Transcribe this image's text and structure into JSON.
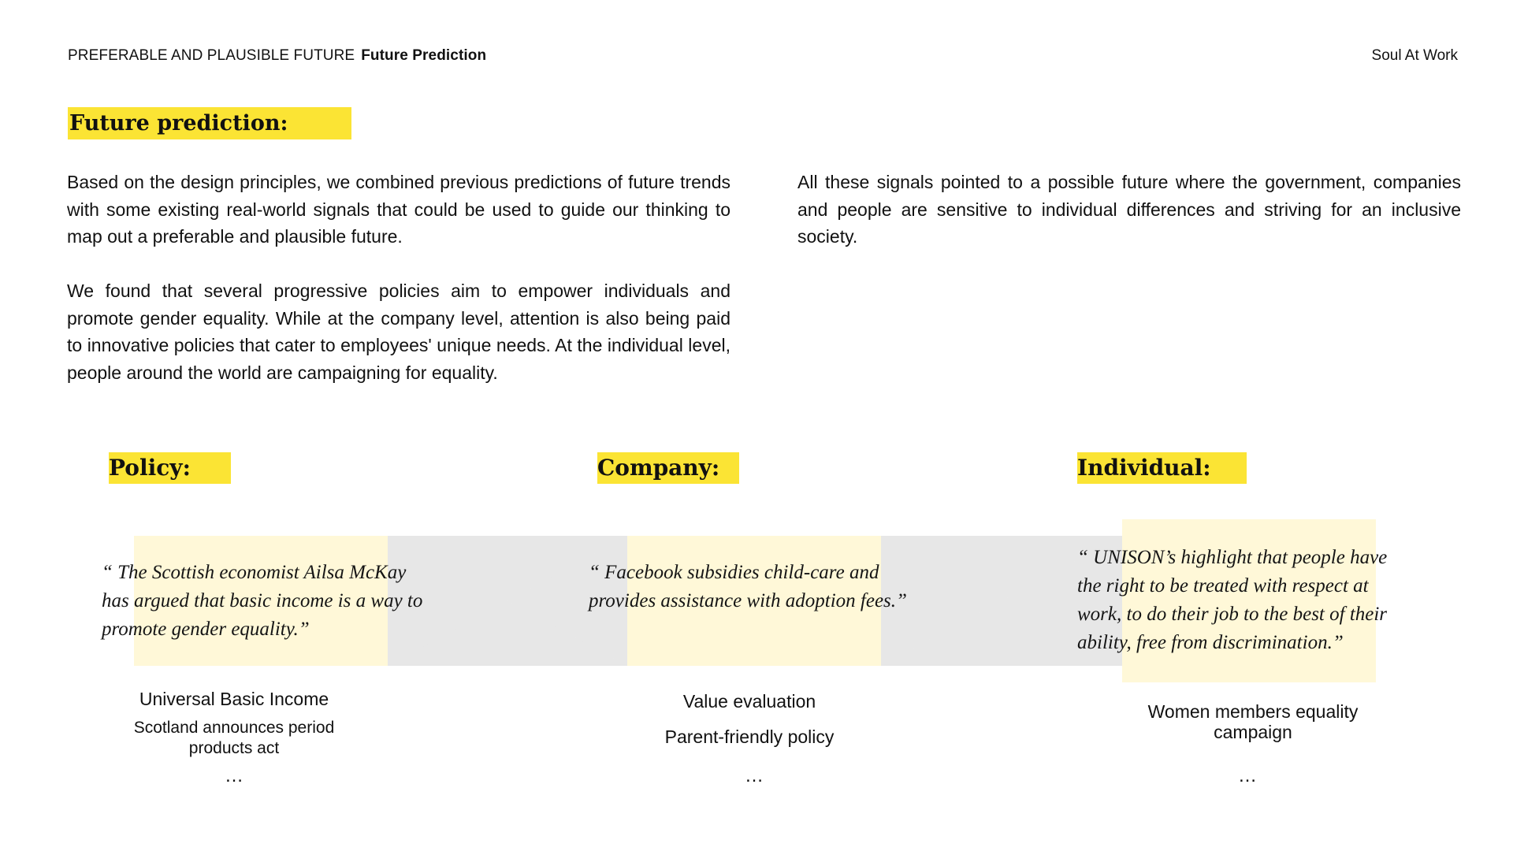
{
  "header": {
    "section": "PREFERABLE AND PLAUSIBLE FUTURE",
    "subsection": "Future Prediction",
    "brand": "Soul At Work"
  },
  "title": "Future prediction:",
  "paragraphs": {
    "p1": "Based on the design principles,  we combined previous predictions of future trends with some existing real-world signals that could be used to guide our thinking to map out a preferable and plausible future.",
    "p2": "We found that several progressive policies aim to empower individuals and promote gender equality. While at the company level, attention is also being paid to innovative policies that cater to employees' unique needs. At the individual level, people around the world are campaigning for equality.",
    "p3": "All these signals pointed to a possible future where the government, companies and people are sensitive to individual differences and striving for an inclusive society."
  },
  "columns": {
    "policy": {
      "label": "Policy:",
      "quote": "“ The Scottish economist Ailsa McKay has argued that basic income is a way to promote gender equality.”",
      "items": [
        "Universal Basic Income",
        "Scotland announces period products act",
        "…"
      ]
    },
    "company": {
      "label": "Company:",
      "quote": "“  Facebook subsidies child-care and provides assistance with adoption fees.”",
      "items": [
        "Value evaluation",
        "Parent-friendly policy",
        "…"
      ]
    },
    "individual": {
      "label": "Individual:",
      "quote": "“ UNISON’s highlight that people have the right to be treated with respect at work, to do their job to the best of their ability, free from discrimination.”",
      "items": [
        "Women members equality campaign",
        "…"
      ]
    }
  },
  "colors": {
    "highlight": "#fbe434",
    "quote_bg": "#fff8d8",
    "connector": "#e6e6e6"
  }
}
